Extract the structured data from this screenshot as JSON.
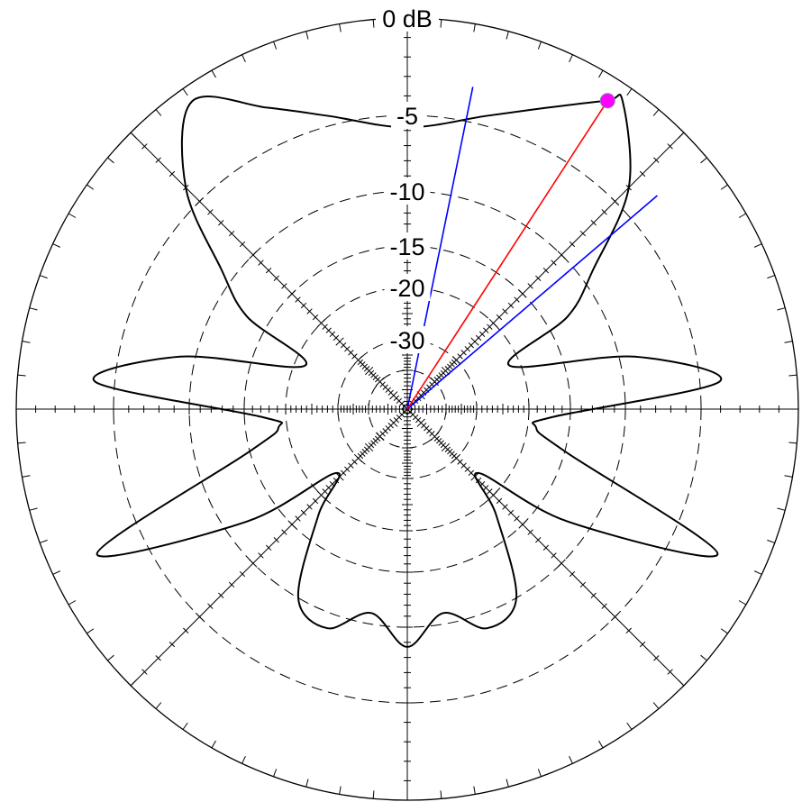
{
  "chart_data": {
    "type": "polar",
    "title": "",
    "scale": "dB",
    "rings": [
      {
        "value": 0,
        "label": "0 dB"
      },
      {
        "value": -5,
        "label": "-5"
      },
      {
        "value": -10,
        "label": "-10"
      },
      {
        "value": -15,
        "label": "-15"
      },
      {
        "value": -20,
        "label": "-20"
      },
      {
        "value": -30,
        "label": "-30"
      }
    ],
    "extra_ring_values_unlabeled": [
      -40,
      -50
    ],
    "radial_range_db": [
      -50,
      0
    ],
    "angle_zero_direction": "up",
    "angle_direction": "clockwise",
    "outer_tick_step_deg": 5,
    "spoke_angles_deg": [
      0,
      45,
      90,
      135,
      180,
      225,
      270,
      315
    ],
    "pattern": {
      "name": "",
      "color": "#000000",
      "points": [
        {
          "angle_deg": -180,
          "gain_db": -8.7
        },
        {
          "angle_deg": -170,
          "gain_db": -11
        },
        {
          "angle_deg": -160,
          "gain_db": -9
        },
        {
          "angle_deg": -150,
          "gain_db": -10
        },
        {
          "angle_deg": -140,
          "gain_db": -18
        },
        {
          "angle_deg": -132,
          "gain_db": -25
        },
        {
          "angle_deg": -125,
          "gain_db": -12
        },
        {
          "angle_deg": -115,
          "gain_db": -2.5
        },
        {
          "angle_deg": -105,
          "gain_db": -15
        },
        {
          "angle_deg": -98,
          "gain_db": -19
        },
        {
          "angle_deg": -93,
          "gain_db": -17
        },
        {
          "angle_deg": -85,
          "gain_db": -4
        },
        {
          "angle_deg": -77,
          "gain_db": -9
        },
        {
          "angle_deg": -67,
          "gain_db": -22
        },
        {
          "angle_deg": -60,
          "gain_db": -13
        },
        {
          "angle_deg": -53,
          "gain_db": -9
        },
        {
          "angle_deg": -45,
          "gain_db": -4
        },
        {
          "angle_deg": -35,
          "gain_db": -0.8
        },
        {
          "angle_deg": -25,
          "gain_db": -3
        },
        {
          "angle_deg": -15,
          "gain_db": -4.5
        },
        {
          "angle_deg": 0,
          "gain_db": -5.8
        },
        {
          "angle_deg": 15,
          "gain_db": -4.5
        },
        {
          "angle_deg": 25,
          "gain_db": -3
        },
        {
          "angle_deg": 33,
          "gain_db": -1.2
        },
        {
          "angle_deg": 35,
          "gain_db": -0.8
        },
        {
          "angle_deg": 45,
          "gain_db": -4
        },
        {
          "angle_deg": 53,
          "gain_db": -9
        },
        {
          "angle_deg": 60,
          "gain_db": -13
        },
        {
          "angle_deg": 67,
          "gain_db": -22
        },
        {
          "angle_deg": 77,
          "gain_db": -9
        },
        {
          "angle_deg": 85,
          "gain_db": -4
        },
        {
          "angle_deg": 93,
          "gain_db": -17
        },
        {
          "angle_deg": 98,
          "gain_db": -19
        },
        {
          "angle_deg": 105,
          "gain_db": -15
        },
        {
          "angle_deg": 115,
          "gain_db": -2.5
        },
        {
          "angle_deg": 125,
          "gain_db": -12
        },
        {
          "angle_deg": 132,
          "gain_db": -25
        },
        {
          "angle_deg": 140,
          "gain_db": -18
        },
        {
          "angle_deg": 150,
          "gain_db": -10
        },
        {
          "angle_deg": 160,
          "gain_db": -9
        },
        {
          "angle_deg": 170,
          "gain_db": -11
        },
        {
          "angle_deg": 180,
          "gain_db": -8.7
        }
      ]
    },
    "main_lobe_marker": {
      "angle_deg": 33,
      "gain_db": -1.2,
      "line_color": "#ff0000",
      "marker_color": "#ff00ff"
    },
    "beamwidth_lines": {
      "color": "#0000ff",
      "angles_deg": [
        11.5,
        49.5
      ],
      "gain_db": -3.2
    }
  }
}
